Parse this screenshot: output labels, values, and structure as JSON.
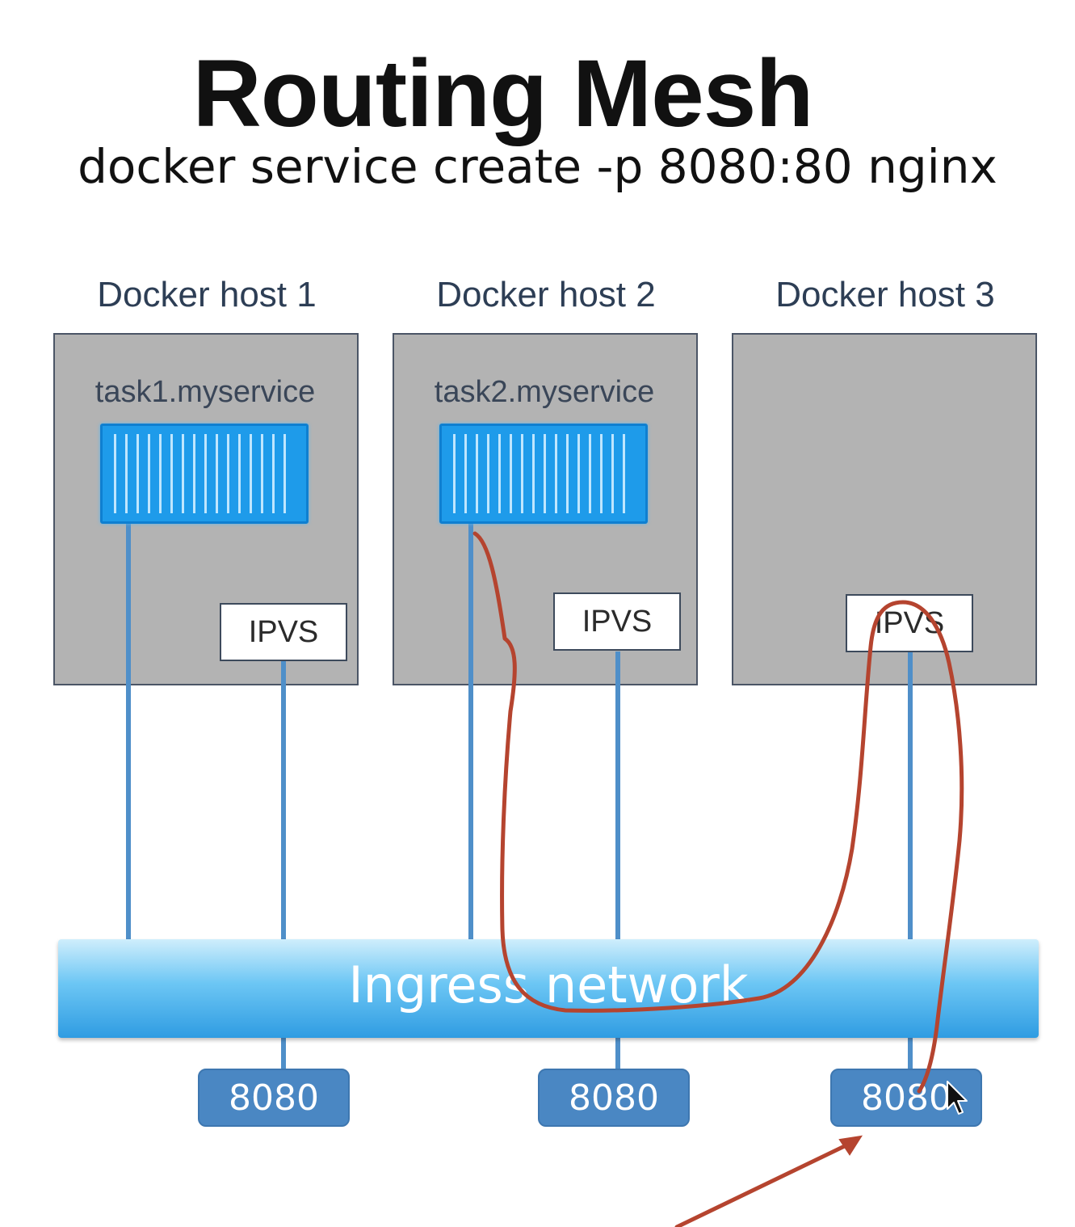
{
  "title": "Routing Mesh",
  "subtitle": "docker service create -p 8080:80 nginx",
  "hosts": [
    {
      "label": "Docker host 1",
      "task": "task1.myservice",
      "ipvs": "IPVS"
    },
    {
      "label": "Docker host 2",
      "task": "task2.myservice",
      "ipvs": "IPVS"
    },
    {
      "label": "Docker host 3",
      "task": "",
      "ipvs": "IPVS"
    }
  ],
  "network": {
    "label": "Ingress network"
  },
  "ports": [
    "8080",
    "8080",
    "8080"
  ],
  "colors": {
    "host_fill": "#b3b3b3",
    "container": "#1e9bea",
    "link": "#4f8fc9",
    "port": "#4a87c3",
    "annotation": "#b5442f"
  },
  "icons": [
    "container-icon",
    "mouse-cursor-icon"
  ]
}
